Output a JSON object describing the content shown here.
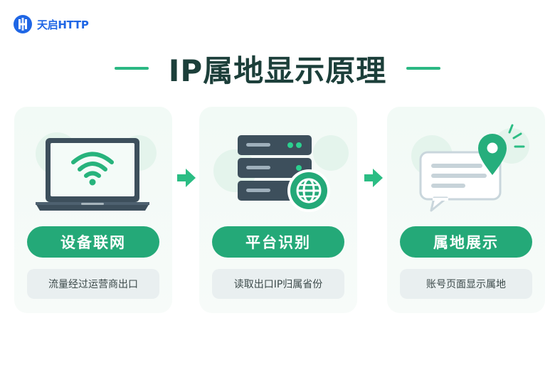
{
  "brand": {
    "name": "天启HTTP",
    "color": "#1f66e5"
  },
  "title": "IP属地显示原理",
  "accent": "#24a978",
  "steps": [
    {
      "icon": "laptop-wifi-icon",
      "label": "设备联网",
      "desc": "流量经过运营商出口"
    },
    {
      "icon": "server-globe-icon",
      "label": "平台识别",
      "desc": "读取出口IP归属省份"
    },
    {
      "icon": "location-message-icon",
      "label": "属地展示",
      "desc": "账号页面显示属地"
    }
  ]
}
